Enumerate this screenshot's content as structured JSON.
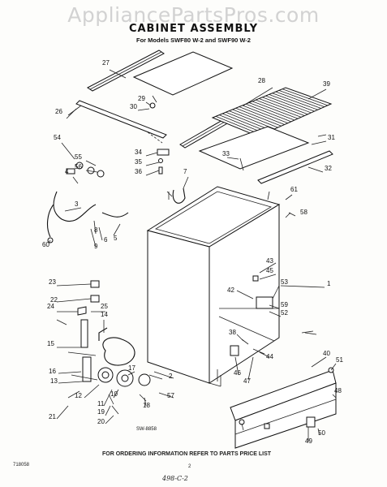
{
  "watermark": "AppliancePartsPros.com",
  "title": "CABINET ASSEMBLY",
  "subtitle": "For Models SWF80 W-2 and SWF90 W-2",
  "diagram_code": "SW-8858",
  "footer_text": "FOR ORDERING INFORMATION REFER TO PARTS PRICE LIST",
  "doc_number": "718058",
  "page_number": "2",
  "signature": "498-C-2",
  "callouts": [
    "1",
    "2",
    "3",
    "4",
    "5",
    "6",
    "7",
    "8",
    "9",
    "10",
    "11",
    "12",
    "13",
    "14",
    "15",
    "16",
    "17",
    "18",
    "19",
    "20",
    "21",
    "22",
    "23",
    "24",
    "25",
    "26",
    "27",
    "28",
    "29",
    "30",
    "31",
    "32",
    "33",
    "34",
    "35",
    "36",
    "38",
    "39",
    "40",
    "42",
    "43",
    "44",
    "45",
    "46",
    "47",
    "48",
    "49",
    "50",
    "51",
    "52",
    "53",
    "54",
    "55",
    "56",
    "57",
    "58",
    "59",
    "60",
    "61"
  ]
}
